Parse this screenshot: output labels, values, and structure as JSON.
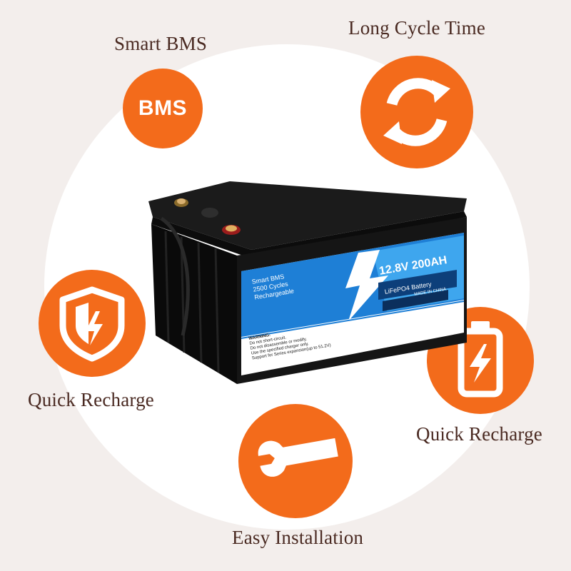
{
  "features": {
    "bms": {
      "label": "Smart BMS",
      "icon_text": "BMS",
      "icon": "bms-icon"
    },
    "cycle": {
      "label": "Long Cycle Time",
      "icon": "cycle-arrows-icon"
    },
    "recharge_left": {
      "label": "Quick Recharge",
      "icon": "shield-bolt-icon"
    },
    "recharge_right": {
      "label": "Quick Recharge",
      "icon": "battery-bolt-icon"
    },
    "install": {
      "label": "Easy Installation",
      "icon": "wrench-icon"
    }
  },
  "battery_label": {
    "specs": [
      "Smart BMS",
      "2500 Cycles",
      "Rechargeable"
    ],
    "voltage_capacity": "12.8V 200AH",
    "chemistry": "LiFePO4 Battery",
    "origin": "MADE IN CHINA",
    "warning_title": "WARNING:",
    "warnings": [
      "Do not short-circuit.",
      "Do not disassemble or modify.",
      "Use the specified charger only.",
      "Support for Series expansion(up to 51.2V)"
    ]
  },
  "colors": {
    "accent_orange": "#f36b1b",
    "label_brown": "#4a2a22",
    "background": "#f3eeec",
    "battery_body": "#111111",
    "label_blue": "#1e7fd6"
  }
}
